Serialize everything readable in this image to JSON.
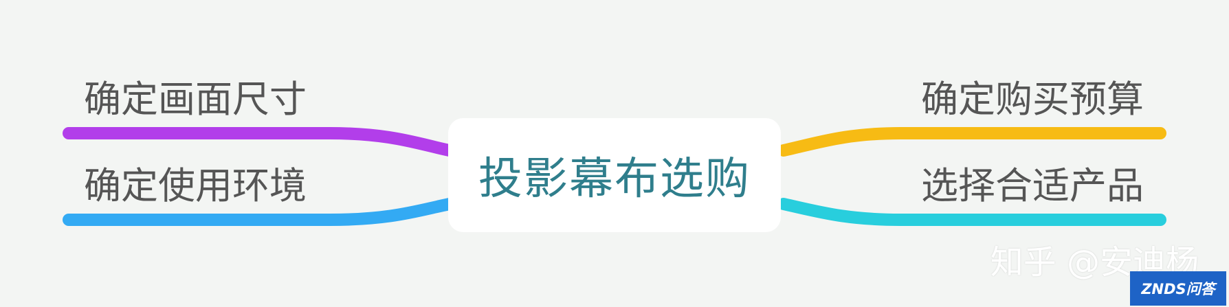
{
  "center": {
    "label": "投影幕布选购"
  },
  "branches": {
    "top_left": {
      "label": "确定画面尺寸",
      "color": "#b23eea"
    },
    "bottom_left": {
      "label": "确定使用环境",
      "color": "#33aaf3"
    },
    "top_right": {
      "label": "确定购买预算",
      "color": "#f7bb14"
    },
    "bottom_right": {
      "label": "选择合适产品",
      "color": "#28cedd"
    }
  },
  "watermark": {
    "text": "知乎 @安迪杨"
  },
  "logo": {
    "text": "ZNDS问答"
  },
  "colors": {
    "background": "#f3f5f3",
    "center_text": "#2f7e8c",
    "label_text": "#555555",
    "logo_bg": "#1e63c6"
  }
}
